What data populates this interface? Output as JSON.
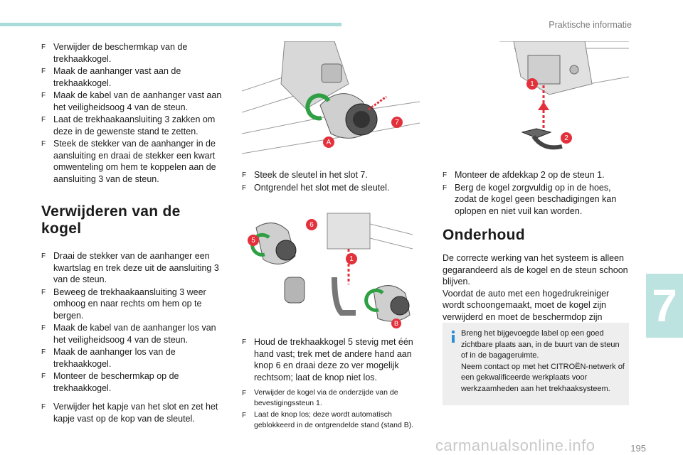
{
  "header": {
    "section_title": "Praktische informatie",
    "chapter_number": "7",
    "page_number": "195"
  },
  "watermark": "carmanualsonline.info",
  "bullet_glyph": "F",
  "col1": {
    "steps_a": [
      "Verwijder de beschermkap van de trekhaakkogel.",
      "Maak de aanhanger vast aan de trekhaakkogel.",
      "Maak de kabel van de aanhanger vast aan het veiligheidsoog 4 van de steun.",
      "Laat de trekhaakaansluiting 3 zakken om deze in de gewenste stand te zetten.",
      "Steek de stekker van de aanhanger in de aansluiting en draai de stekker een kwart omwenteling om hem te koppelen aan de aansluiting 3 van de steun."
    ],
    "heading": "Verwijderen van de kogel",
    "steps_b": [
      "Draai de stekker van de aanhanger een kwartslag en trek deze uit de aansluiting 3 van de steun.",
      "Beweeg de trekhaakaansluiting 3 weer omhoog en naar rechts om hem op te bergen.",
      "Maak de kabel van de aanhanger los van het veiligheidsoog 4 van de steun.",
      "Maak de aanhanger los van de trekhaakkogel.",
      "Monteer de beschermkap op de trekhaakkogel."
    ],
    "steps_c": [
      "Verwijder het kapje van het slot en zet het kapje vast op de kop van de sleutel."
    ]
  },
  "col2": {
    "fig1_labels": {
      "a": "A",
      "n7": "7"
    },
    "steps_a": [
      "Steek de sleutel in het slot 7.",
      "Ontgrendel het slot met de sleutel."
    ],
    "fig2_labels": {
      "n5": "5",
      "n6": "6",
      "n1": "1",
      "b": "B"
    },
    "steps_b": [
      "Houd de trekhaakkogel 5 stevig met één hand vast; trek met de andere hand aan knop 6 en draai deze zo ver mogelijk rechtsom; laat de knop niet los."
    ],
    "steps_c": [
      "Verwijder de kogel via de onderzijde van de bevestigingssteun 1.",
      "Laat de knop los; deze wordt automatisch geblokkeerd in de ontgrendelde stand (stand B)."
    ]
  },
  "col3": {
    "fig3_labels": {
      "n1": "1",
      "n2": "2"
    },
    "steps_a": [
      "Monteer de afdekkap 2 op de steun 1.",
      "Berg de kogel zorgvuldig op in de hoes, zodat de kogel geen beschadigingen kan oplopen en niet vuil kan worden."
    ],
    "heading": "Onderhoud",
    "paragraphs": [
      "De correcte werking van het systeem is alleen gegarandeerd als de kogel en de steun schoon blijven.",
      "Voordat de auto met een hogedrukreiniger wordt schoongemaakt, moet de kogel zijn verwijderd en moet de beschermdop zijn aangebracht."
    ],
    "info_lines": [
      "Breng het bijgevoegde label op een goed zichtbare plaats aan, in de buurt van de steun of in de bagageruimte.",
      "Neem contact op met het CITROËN-netwerk of een gekwalificeerde werkplaats voor werkzaamheden aan het trekhaaksysteem."
    ]
  },
  "colors": {
    "accent_teal": "#a9dcd9",
    "callout_red": "#e3313c",
    "arrow_green": "#2ea043",
    "grey_box": "#eeeeee"
  }
}
